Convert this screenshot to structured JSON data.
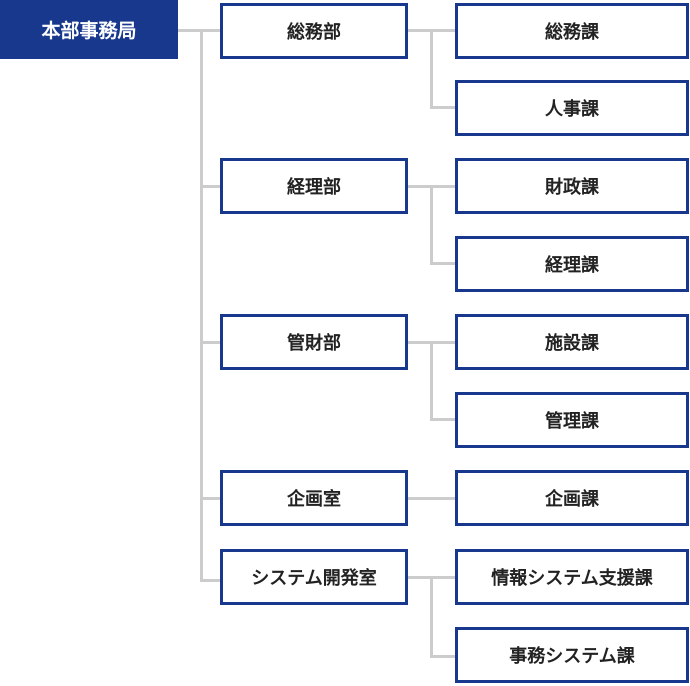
{
  "root": "本部事務局",
  "departments": [
    {
      "name": "総務部",
      "sections": [
        "総務課",
        "人事課"
      ]
    },
    {
      "name": "経理部",
      "sections": [
        "財政課",
        "経理課"
      ]
    },
    {
      "name": "管財部",
      "sections": [
        "施設課",
        "管理課"
      ]
    },
    {
      "name": "企画室",
      "sections": [
        "企画課"
      ]
    },
    {
      "name": "システム開発室",
      "sections": [
        "情報システム支援課",
        "事務システム課"
      ]
    }
  ],
  "colors": {
    "box_border": "#17388d",
    "root_fill": "#17388d",
    "connector": "#cccccc"
  }
}
